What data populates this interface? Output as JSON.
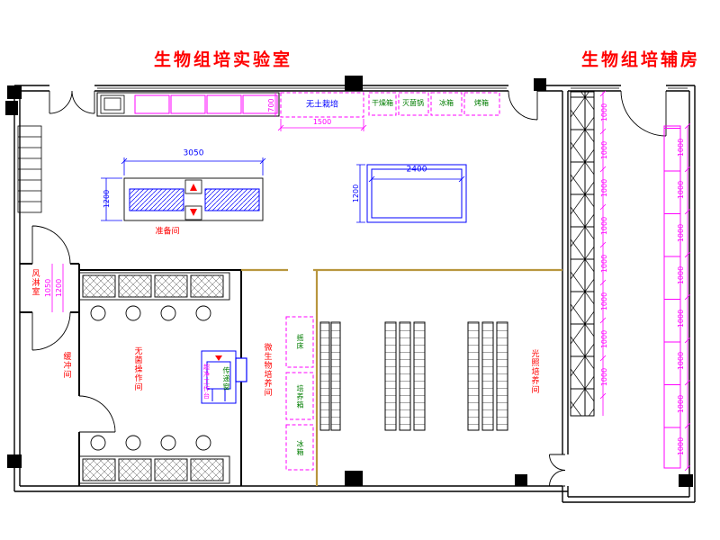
{
  "titles": {
    "lab": "生物组培实验室",
    "aux": "生物组培辅房"
  },
  "rooms": {
    "prep": "准备间",
    "air_shower": "风淋室",
    "buffer": "缓冲间",
    "aseptic": "无菌操作间",
    "microbial": "微生物培养间",
    "light": "光照培养间"
  },
  "equipment": {
    "soilless": "无土栽培",
    "drying_oven": "干燥箱",
    "sterilizer": "灭菌锅",
    "fridge": "冰箱",
    "oven": "烤箱",
    "clean_bench": "超净工作台",
    "transfer_window": "传递窗",
    "shaker": "摇床",
    "incubator": "培养箱",
    "fridge2": "冰箱"
  },
  "dims": {
    "table_w": "3050",
    "table_d": "1200",
    "bench_w": "2400",
    "bench_d": "1200",
    "rack_w": "1500",
    "rack_d": "700",
    "shower_w": "1050",
    "shower_d": "1200",
    "module": "1000"
  },
  "colors": {
    "title_red": "#ff0000",
    "dim_blue": "#0000ff",
    "dim_magenta": "#ff00ff",
    "equip_green": "#007d00",
    "wall_black": "#000000",
    "partition_tan": "#b8963e"
  }
}
